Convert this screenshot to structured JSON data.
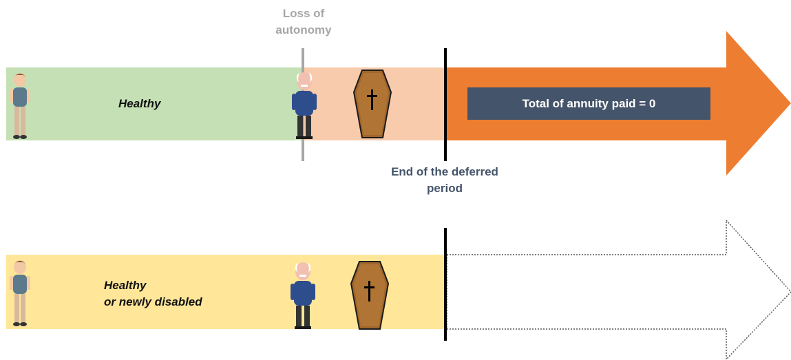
{
  "colors": {
    "healthy_band": "#c5e0b4",
    "autonomy_band": "#f8cbad",
    "lower_band": "#ffe699",
    "arrow": "#ed7d31",
    "annuity_box": "#44546a",
    "loss_marker": "#a6a6a6",
    "deferred_line": "#000000",
    "coffin": "#a0662b"
  },
  "labels": {
    "loss_of_autonomy": "Loss of\nautonomy",
    "top_state": "Healthy",
    "annuity_paid": "Total of annuity paid = 0",
    "end_deferred": "End of the deferred\nperiod",
    "bottom_state": "Healthy\nor newly disabled"
  },
  "icons": {
    "young_person": "young-person-icon",
    "elderly_person": "elderly-person-icon",
    "coffin": "coffin-icon",
    "annuity_arrow": "annuity-arrow",
    "empty_arrow": "dotted-arrow"
  }
}
